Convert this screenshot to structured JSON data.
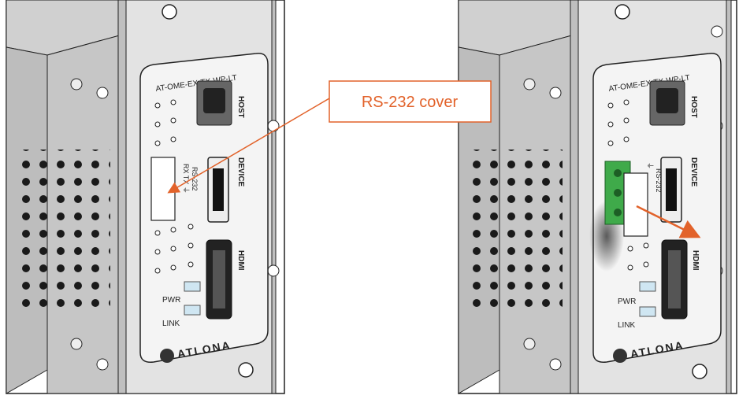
{
  "callout": {
    "text": "RS-232 cover"
  },
  "colors": {
    "accent": "#e2622a",
    "panel": "#f2f2f2",
    "metal": "#c9c9c9",
    "terminal": "#3faa4a",
    "led": "#cfe6f2"
  },
  "panels": [
    {
      "model": "AT-OME-EX-TX-WP-LT",
      "ports": {
        "host": "HOST",
        "device": "DEVICE",
        "hdmi": "HDMI"
      },
      "rs232": {
        "label": "RS-232",
        "pins": "RX TX ⏚"
      },
      "leds": {
        "pwr": "PWR",
        "link": "LINK"
      },
      "brand": "ATLONA",
      "registered": "®",
      "cover_state": "installed"
    },
    {
      "model": "AT-OME-EX-TX-WP-LT",
      "ports": {
        "host": "HOST",
        "device": "DEVICE",
        "hdmi": "HDMI"
      },
      "rs232": {
        "label": "RS-232",
        "pins": "⏚"
      },
      "leds": {
        "pwr": "PWR",
        "link": "LINK"
      },
      "brand": "ATLONA",
      "registered": "®",
      "cover_state": "removed"
    }
  ]
}
